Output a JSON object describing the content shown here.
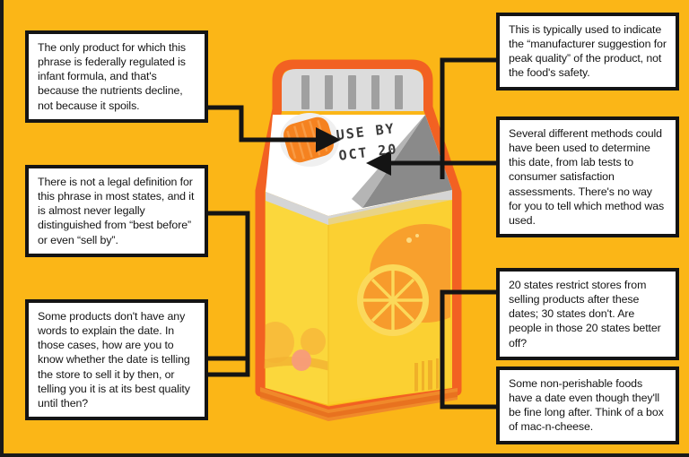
{
  "theme": {
    "background": "#FBB617",
    "box_fill": "#FFFFFF",
    "box_border": "#141414",
    "connector": "#141414",
    "carton_outline": "#F26122",
    "carton_front": "#FCD535",
    "carton_side": "#F7C72C",
    "carton_cap": "#D9D9D9",
    "carton_cap_ridge": "#9E9E9E",
    "carton_top_white": "#FFFFFF",
    "carton_top_gray": "#8C8C8C",
    "orange_accent": "#F58220"
  },
  "illustration": {
    "name": "orange-juice-carton",
    "date_stamp": {
      "line1": "USE BY",
      "line2": "OCT 20"
    },
    "graphics": [
      "carton-cap",
      "cap-sticker",
      "orange-slice-logo",
      "orange-half-logo",
      "barcode",
      "carton-base-shadow"
    ],
    "cap_ridge_count": 5,
    "orange_slice_segments": 8,
    "barcode_bars": 4
  },
  "callouts": [
    {
      "id": "callout-1",
      "position": "top-left",
      "text": "The only product for which this phrase is federally regulated is infant formula, and that's because the nutrients decline, not because it spoils.",
      "connector": "arrow-right-to-use-by"
    },
    {
      "id": "callout-2",
      "position": "middle-left",
      "text": "There is not a legal definition for this phrase in most states, and it is almost never legally distinguished from “best before” or even “sell by”.",
      "connector": "bracket-to-carton-left"
    },
    {
      "id": "callout-3",
      "position": "bottom-left",
      "text": "Some products don't have any words to explain the date. In those cases, how are you to know whether the date is telling the store to sell it by then, or telling you it is at its best quality until then?",
      "connector": "bracket-to-carton-left"
    },
    {
      "id": "callout-4",
      "position": "top-right",
      "text": "This is typically used to indicate the “manufacturer suggestion for peak quality” of the product, not the food's safety.",
      "connector": "elbow-to-carton-top-right"
    },
    {
      "id": "callout-5",
      "position": "upper-right",
      "text": "Several different methods could have been used to determine this date, from lab tests to consumer satisfaction assessments. There's no way for you to tell which method was used.",
      "connector": "arrow-left-to-oct-20"
    },
    {
      "id": "callout-6",
      "position": "lower-right",
      "text": "20 states restrict stores from selling products after these dates; 30 states don't. Are people in those 20 states better off?",
      "connector": "bracket-to-carton-right"
    },
    {
      "id": "callout-7",
      "position": "bottom-right",
      "text": "Some non-perishable foods have a date even though they'll be fine long after. Think of a box of mac-n-cheese.",
      "connector": "bracket-to-carton-right"
    }
  ]
}
